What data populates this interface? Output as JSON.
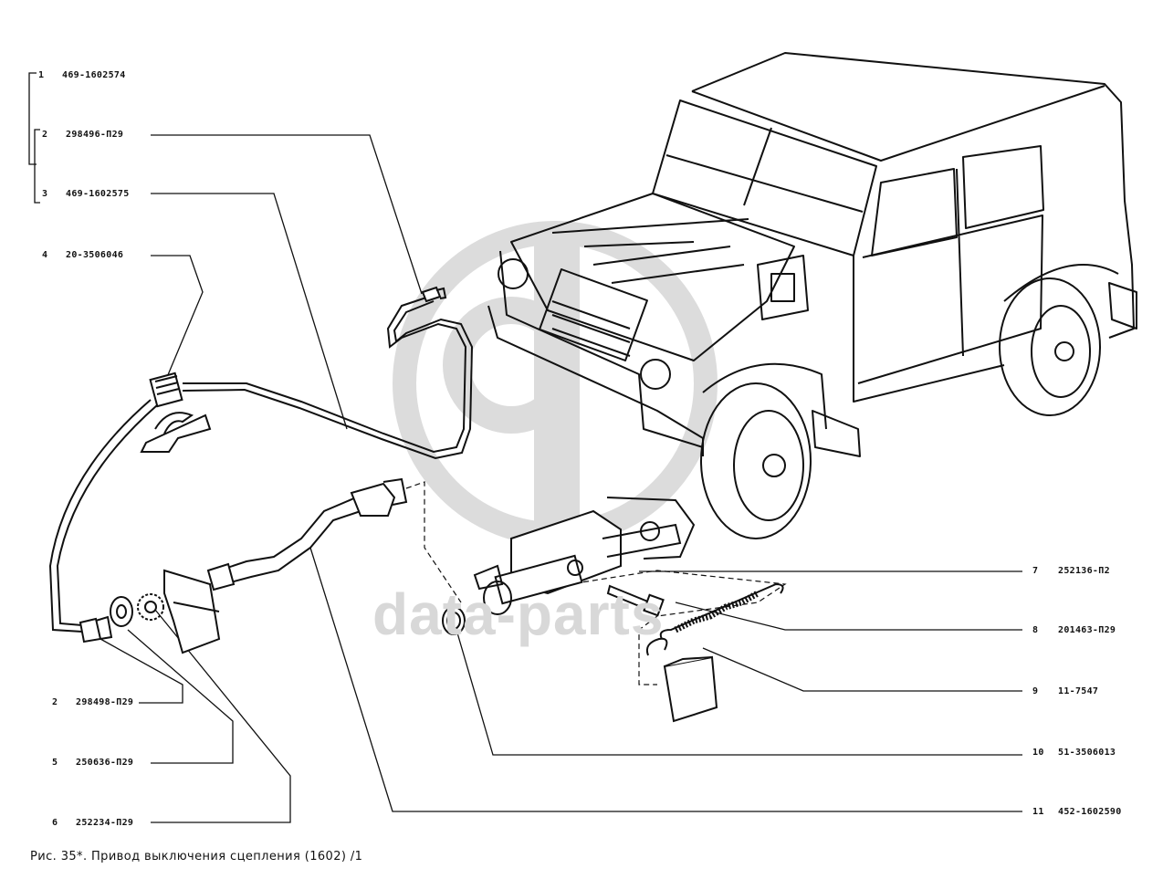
{
  "watermark": {
    "brand": "data-parts",
    "color": "#d6d6d6"
  },
  "callouts": [
    {
      "num": "1",
      "code": "469-1602574"
    },
    {
      "num": "2",
      "code": "298496-П29"
    },
    {
      "num": "3",
      "code": "469-1602575"
    },
    {
      "num": "4",
      "code": "20-3506046"
    },
    {
      "num": "2",
      "code": "298498-П29"
    },
    {
      "num": "5",
      "code": "250636-П29"
    },
    {
      "num": "6",
      "code": "252234-П29"
    },
    {
      "num": "7",
      "code": "252136-П2"
    },
    {
      "num": "8",
      "code": "201463-П29"
    },
    {
      "num": "9",
      "code": "11-7547"
    },
    {
      "num": "10",
      "code": "51-3506013"
    },
    {
      "num": "11",
      "code": "452-1602590"
    }
  ],
  "caption": "Рис. 35*. Привод выключения сцепления (1602) /1",
  "colors": {
    "line": "#111111",
    "background": "#ffffff"
  }
}
